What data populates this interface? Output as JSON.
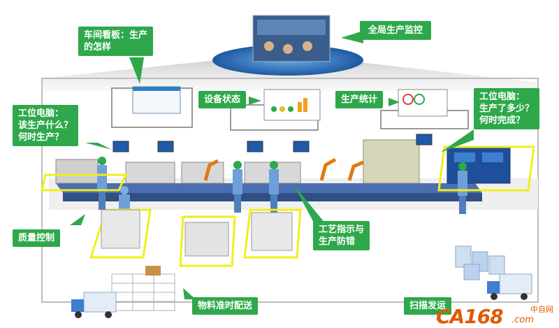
{
  "callouts": {
    "board": [
      "车间看板：生产",
      "的怎样"
    ],
    "global_monitor": "全局生产监控",
    "equipment_status": "设备状态",
    "production_stats": "生产统计",
    "terminal_left": [
      "工位电脑：",
      "该生产什么？",
      "何时生产？"
    ],
    "terminal_right": [
      "工位电脑：",
      "生产了多少？",
      "何时完成？"
    ],
    "quality": "质量控制",
    "process_guide": [
      "工艺指示与",
      "生产防错"
    ],
    "material_delivery": "物料准时配送",
    "scan_ship": "扫描发运"
  },
  "logo": {
    "brand": "CA168",
    "domain": ".com",
    "cn": "中自网"
  },
  "colors": {
    "callout": "#2ea84a",
    "highlight": "#f2ee1a",
    "monitor_glow": "#2d6fb8",
    "floor": "#efefef"
  }
}
